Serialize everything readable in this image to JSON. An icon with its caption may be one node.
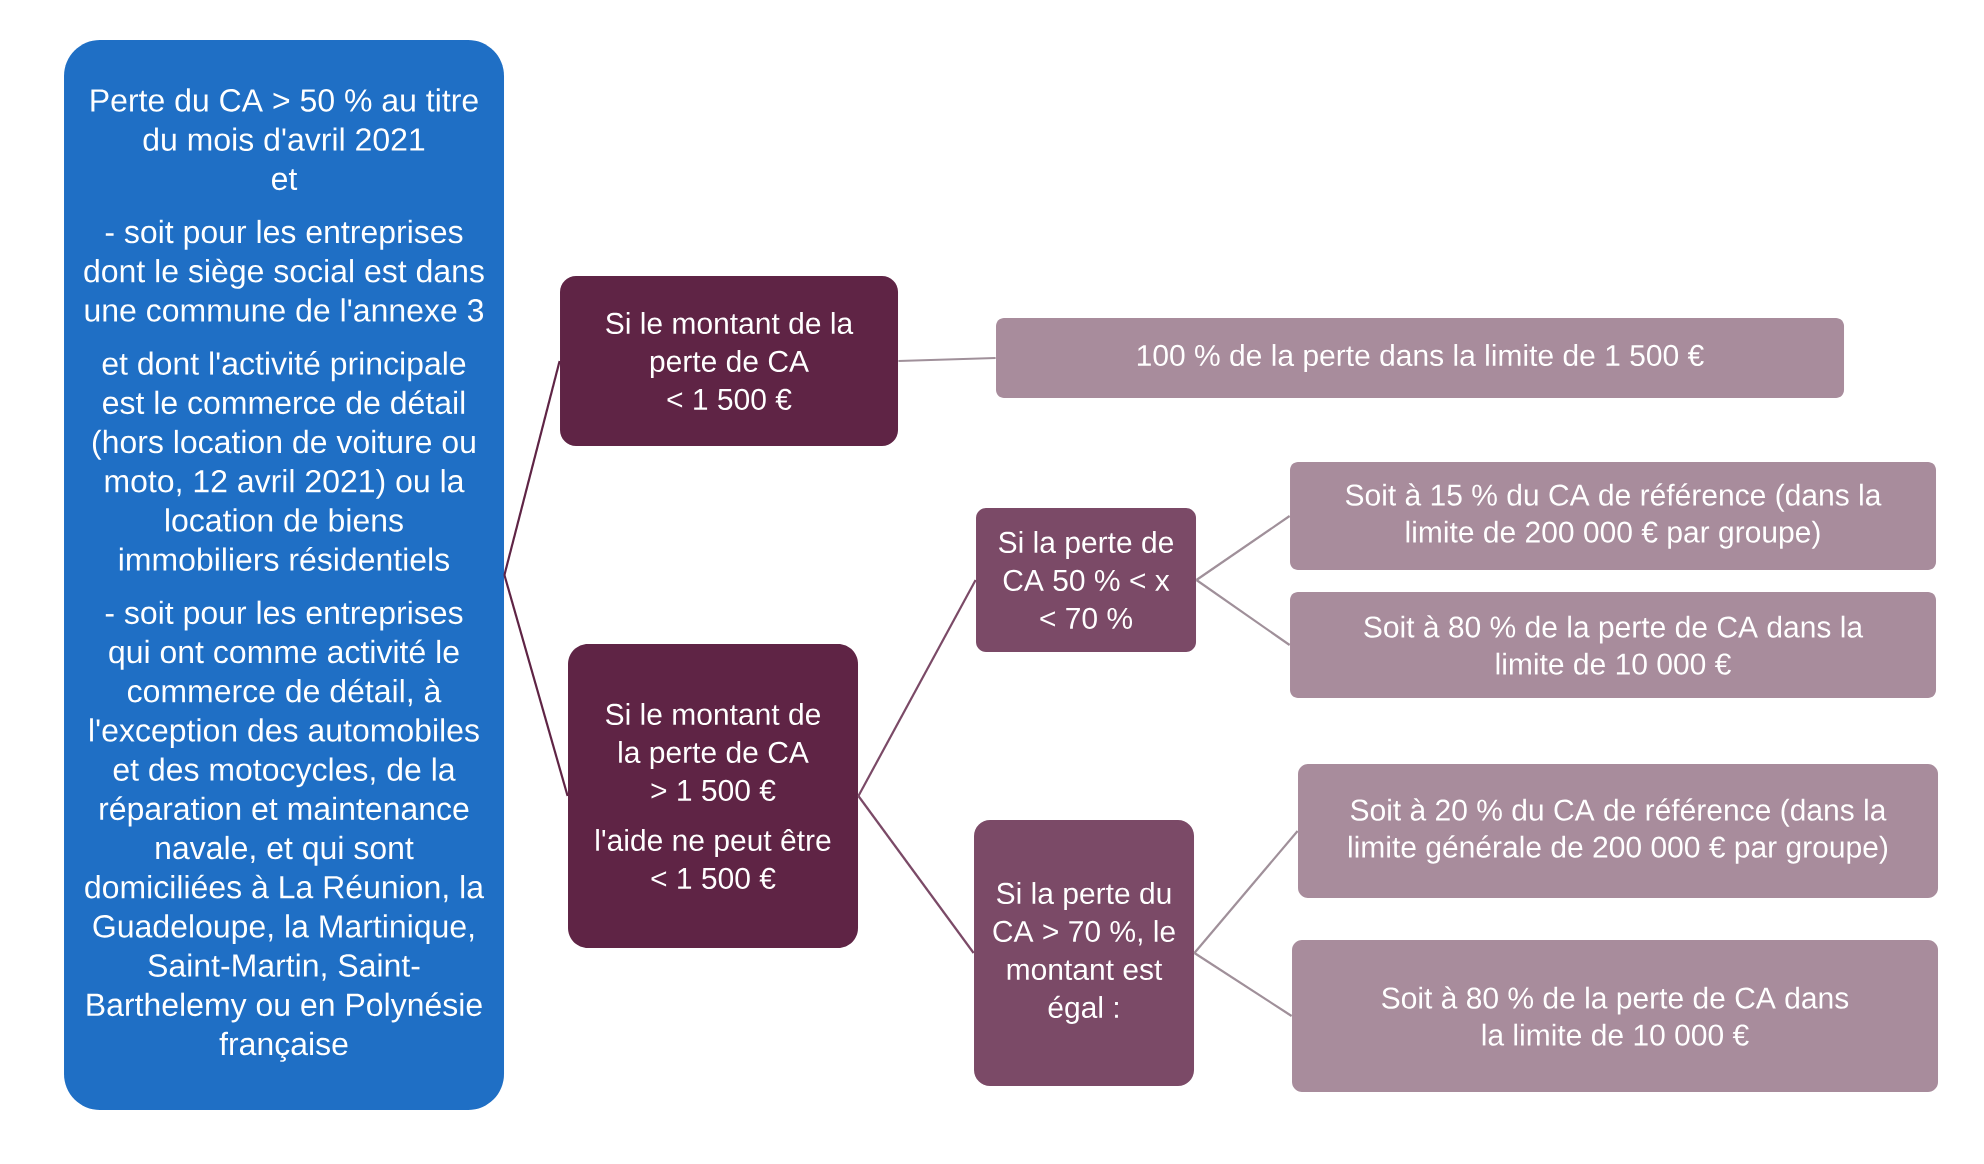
{
  "diagram": {
    "nodes": [
      {
        "text": [
          "Perte du CA > 50 % au titre du mois d'avril 2021",
          "et",
          "- soit pour les entreprises dont le siège social est dans une commune de l'annexe 3",
          "et dont l'activité principale est le commerce de détail (hors location de voiture ou moto, 12 avril 2021) ou la location de biens immobiliers résidentiels",
          "- soit pour les entreprises qui ont comme activité le commerce de détail, à l'exception des automobiles et des motocycles, de la réparation et maintenance navale, et qui sont domiciliées à La Réunion, la Guadeloupe, la Martinique, Saint-Martin, Saint-Barthelemy ou en Polynésie française"
        ]
      },
      {
        "text": [
          "Si le montant de la perte de CA < 1 500 €"
        ]
      },
      {
        "text": [
          "100 % de la perte dans la limite de 1 500 €"
        ]
      },
      {
        "text": [
          "Si le montant de la perte de CA > 1 500 €",
          "l'aide ne peut être < 1 500 €"
        ]
      },
      {
        "text": [
          "Si la perte de CA 50 % < x < 70 %"
        ]
      },
      {
        "text": [
          "Soit à 15 % du CA de référence (dans la limite de 200 000 € par groupe)"
        ]
      },
      {
        "text": [
          "Soit à 80 % de la perte de CA dans la limite de 10 000 €"
        ]
      },
      {
        "text": [
          "Si la perte du CA > 70 %, le montant est égal :"
        ]
      },
      {
        "text": [
          "Soit à 20 % du CA de référence (dans la limite générale de 200 000 € par groupe)"
        ]
      },
      {
        "text": [
          "Soit à 80 % de la perte de CA dans la limite de 10 000 €"
        ]
      }
    ],
    "edges": [
      {
        "from": 0,
        "to": 1,
        "arrow": "none",
        "color": "#5f2445"
      },
      {
        "from": 0,
        "to": 3,
        "arrow": "none",
        "color": "#5f2445"
      },
      {
        "from": 1,
        "to": 2,
        "arrow": "none"
      },
      {
        "from": 3,
        "to": 4,
        "arrow": "none",
        "color": "#7b4a67"
      },
      {
        "from": 3,
        "to": 7,
        "arrow": "none",
        "color": "#7b4a67"
      },
      {
        "from": 4,
        "to": 5,
        "arrow": "none"
      },
      {
        "from": 4,
        "to": 6,
        "arrow": "none"
      },
      {
        "from": 7,
        "to": 8,
        "arrow": "none"
      },
      {
        "from": 7,
        "to": 9,
        "arrow": "none"
      }
    ]
  }
}
